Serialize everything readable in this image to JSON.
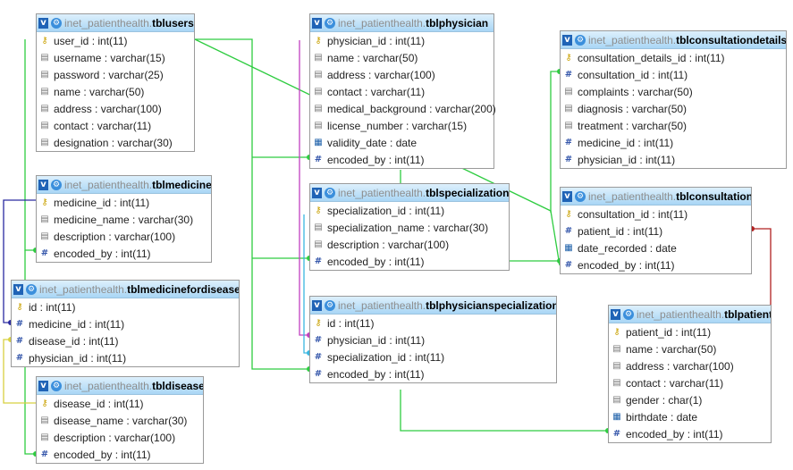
{
  "colors": {
    "header_top": "#ddf0fc",
    "header_bottom": "#a9d6f5",
    "border": "#9a9a9a"
  },
  "icon_legend": {
    "key": "key-icon",
    "text": "text-field-icon",
    "int": "numeric-field-icon",
    "date": "date-field-icon",
    "collapse": "v-collapse-icon",
    "options": "gear-icon"
  },
  "tables": [
    {
      "id": "tblusers",
      "db": "inet_patienthealth.",
      "name": "tblusers",
      "columns": [
        {
          "label": "user_id : int(11)",
          "icon": "key"
        },
        {
          "label": "username : varchar(15)",
          "icon": "text"
        },
        {
          "label": "password : varchar(25)",
          "icon": "text"
        },
        {
          "label": "name : varchar(50)",
          "icon": "text"
        },
        {
          "label": "address : varchar(100)",
          "icon": "text"
        },
        {
          "label": "contact : varchar(11)",
          "icon": "text"
        },
        {
          "label": "designation : varchar(30)",
          "icon": "text"
        }
      ]
    },
    {
      "id": "tblmedicine",
      "db": "inet_patienthealth.",
      "name": "tblmedicine",
      "columns": [
        {
          "label": "medicine_id : int(11)",
          "icon": "key"
        },
        {
          "label": "medicine_name : varchar(30)",
          "icon": "text"
        },
        {
          "label": "description : varchar(100)",
          "icon": "text"
        },
        {
          "label": "encoded_by : int(11)",
          "icon": "int"
        }
      ]
    },
    {
      "id": "tblmedicinefordisease",
      "db": "inet_patienthealth.",
      "name": "tblmedicinefordisease",
      "columns": [
        {
          "label": "id : int(11)",
          "icon": "key"
        },
        {
          "label": "medicine_id : int(11)",
          "icon": "int"
        },
        {
          "label": "disease_id : int(11)",
          "icon": "int"
        },
        {
          "label": "physician_id : int(11)",
          "icon": "int"
        }
      ]
    },
    {
      "id": "tbldisease",
      "db": "inet_patienthealth.",
      "name": "tbldisease",
      "columns": [
        {
          "label": "disease_id : int(11)",
          "icon": "key"
        },
        {
          "label": "disease_name : varchar(30)",
          "icon": "text"
        },
        {
          "label": "description : varchar(100)",
          "icon": "text"
        },
        {
          "label": "encoded_by : int(11)",
          "icon": "int"
        }
      ]
    },
    {
      "id": "tblphysician",
      "db": "inet_patienthealth.",
      "name": "tblphysician",
      "columns": [
        {
          "label": "physician_id : int(11)",
          "icon": "key"
        },
        {
          "label": "name : varchar(50)",
          "icon": "text"
        },
        {
          "label": "address : varchar(100)",
          "icon": "text"
        },
        {
          "label": "contact : varchar(11)",
          "icon": "text"
        },
        {
          "label": "medical_background : varchar(200)",
          "icon": "text"
        },
        {
          "label": "license_number : varchar(15)",
          "icon": "text"
        },
        {
          "label": "validity_date : date",
          "icon": "date"
        },
        {
          "label": "encoded_by : int(11)",
          "icon": "int"
        }
      ]
    },
    {
      "id": "tblspecialization",
      "db": "inet_patienthealth.",
      "name": "tblspecialization",
      "columns": [
        {
          "label": "specialization_id : int(11)",
          "icon": "key"
        },
        {
          "label": "specialization_name : varchar(30)",
          "icon": "text"
        },
        {
          "label": "description : varchar(100)",
          "icon": "text"
        },
        {
          "label": "encoded_by : int(11)",
          "icon": "int"
        }
      ]
    },
    {
      "id": "tblphysicianspecialization",
      "db": "inet_patienthealth.",
      "name": "tblphysicianspecialization",
      "columns": [
        {
          "label": "id : int(11)",
          "icon": "key"
        },
        {
          "label": "physician_id : int(11)",
          "icon": "int"
        },
        {
          "label": "specialization_id : int(11)",
          "icon": "int"
        },
        {
          "label": "encoded_by : int(11)",
          "icon": "int"
        }
      ]
    },
    {
      "id": "tblconsultationdetails",
      "db": "inet_patienthealth.",
      "name": "tblconsultationdetails",
      "columns": [
        {
          "label": "consultation_details_id : int(11)",
          "icon": "key"
        },
        {
          "label": "consultation_id : int(11)",
          "icon": "int"
        },
        {
          "label": "complaints : varchar(50)",
          "icon": "text"
        },
        {
          "label": "diagnosis : varchar(50)",
          "icon": "text"
        },
        {
          "label": "treatment : varchar(50)",
          "icon": "text"
        },
        {
          "label": "medicine_id : int(11)",
          "icon": "int"
        },
        {
          "label": "physician_id : int(11)",
          "icon": "int"
        }
      ]
    },
    {
      "id": "tblconsultation",
      "db": "inet_patienthealth.",
      "name": "tblconsultation",
      "columns": [
        {
          "label": "consultation_id : int(11)",
          "icon": "key"
        },
        {
          "label": "patient_id : int(11)",
          "icon": "int"
        },
        {
          "label": "date_recorded : date",
          "icon": "date"
        },
        {
          "label": "encoded_by : int(11)",
          "icon": "int"
        }
      ]
    },
    {
      "id": "tblpatient",
      "db": "inet_patienthealth.",
      "name": "tblpatient",
      "columns": [
        {
          "label": "patient_id : int(11)",
          "icon": "key"
        },
        {
          "label": "name : varchar(50)",
          "icon": "text"
        },
        {
          "label": "address : varchar(100)",
          "icon": "text"
        },
        {
          "label": "contact : varchar(11)",
          "icon": "text"
        },
        {
          "label": "gender : char(1)",
          "icon": "text"
        },
        {
          "label": "birthdate : date",
          "icon": "date"
        },
        {
          "label": "encoded_by : int(11)",
          "icon": "int"
        }
      ]
    }
  ]
}
